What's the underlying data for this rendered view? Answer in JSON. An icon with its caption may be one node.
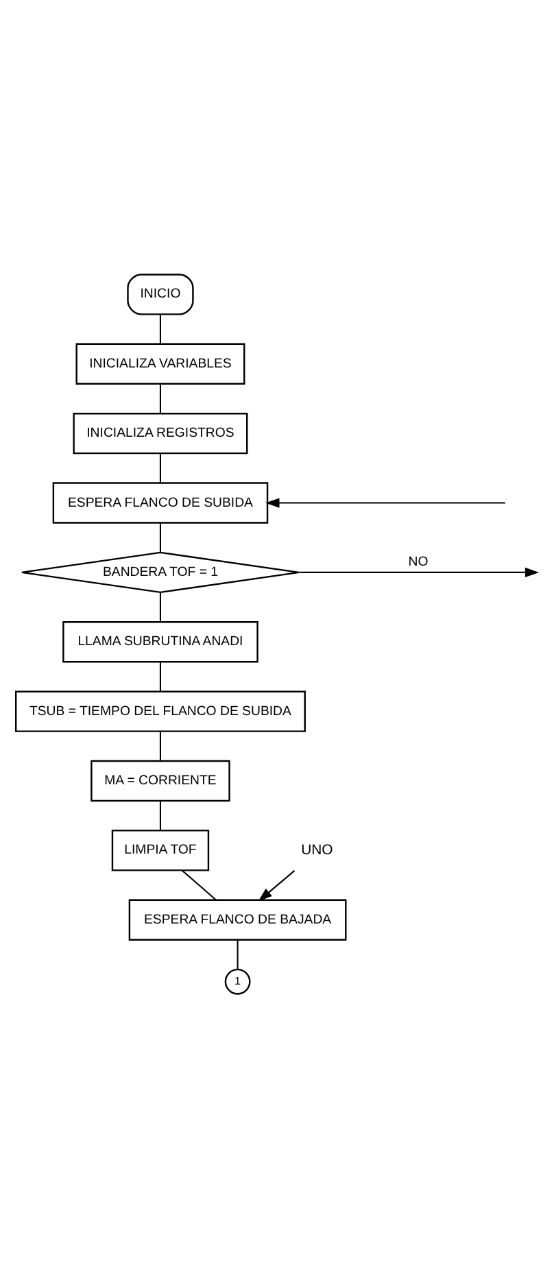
{
  "diagram": {
    "nodes": [
      {
        "text": [
          "INICIO"
        ]
      },
      {
        "text": [
          "INICIALIZA VARIABLES"
        ]
      },
      {
        "text": [
          "INICIALIZA REGISTROS"
        ]
      },
      {
        "text": [
          "ESPERA FLANCO DE SUBIDA"
        ]
      },
      {
        "text": [
          "BANDERA TOF = 1"
        ]
      },
      {
        "text": [
          "LLAMA SUBRUTINA ANADI"
        ]
      },
      {
        "text": [
          "TSUB = TIEMPO DEL FLANCO DE SUBIDA"
        ]
      },
      {
        "text": [
          "MA = CORRIENTE"
        ]
      },
      {
        "text": [
          "LIMPIA TOF"
        ]
      },
      {
        "text": [
          "UNO"
        ]
      },
      {
        "text": [
          "ESPERA FLANCO DE BAJADA"
        ]
      },
      {
        "text": [
          "1"
        ]
      }
    ],
    "edges": [
      {
        "from": 0,
        "to": 1,
        "arrow": "none"
      },
      {
        "from": 1,
        "to": 2,
        "arrow": "none"
      },
      {
        "from": 2,
        "to": 3,
        "arrow": "none"
      },
      {
        "from": null,
        "to": 3,
        "arrow": "to"
      },
      {
        "from": 3,
        "to": 4,
        "arrow": "none"
      },
      {
        "from": 4,
        "to": null,
        "arrow": "to",
        "label": "NO"
      },
      {
        "from": 4,
        "to": 5,
        "arrow": "none"
      },
      {
        "from": 5,
        "to": 6,
        "arrow": "none"
      },
      {
        "from": 6,
        "to": 7,
        "arrow": "none"
      },
      {
        "from": 7,
        "to": 8,
        "arrow": "none"
      },
      {
        "from": 8,
        "to": 10,
        "arrow": "none"
      },
      {
        "from": 9,
        "to": 10,
        "arrow": "to"
      },
      {
        "from": 10,
        "to": 11,
        "arrow": "none"
      }
    ]
  }
}
